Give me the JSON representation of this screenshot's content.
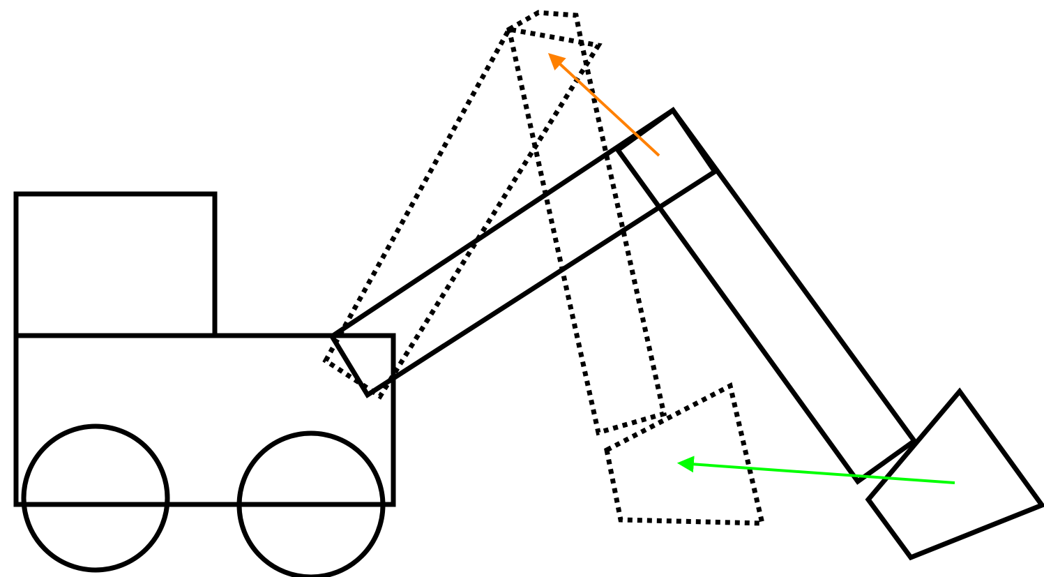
{
  "diagram": {
    "subject": "excavator",
    "colors": {
      "outline": "#000000",
      "background": "#ffffff",
      "upward_motion_arrow": "#ff8000",
      "bucket_motion_arrow": "#00ff00"
    },
    "parts": [
      "cab",
      "body",
      "front-wheel",
      "rear-wheel",
      "boom",
      "arm",
      "bucket",
      "boom-ghost",
      "arm-ghost",
      "bucket-ghost"
    ],
    "arrows": [
      {
        "name": "arm-tip-arrow",
        "color": "#ff8000"
      },
      {
        "name": "bucket-motion-arrow",
        "color": "#00ff00"
      }
    ]
  }
}
